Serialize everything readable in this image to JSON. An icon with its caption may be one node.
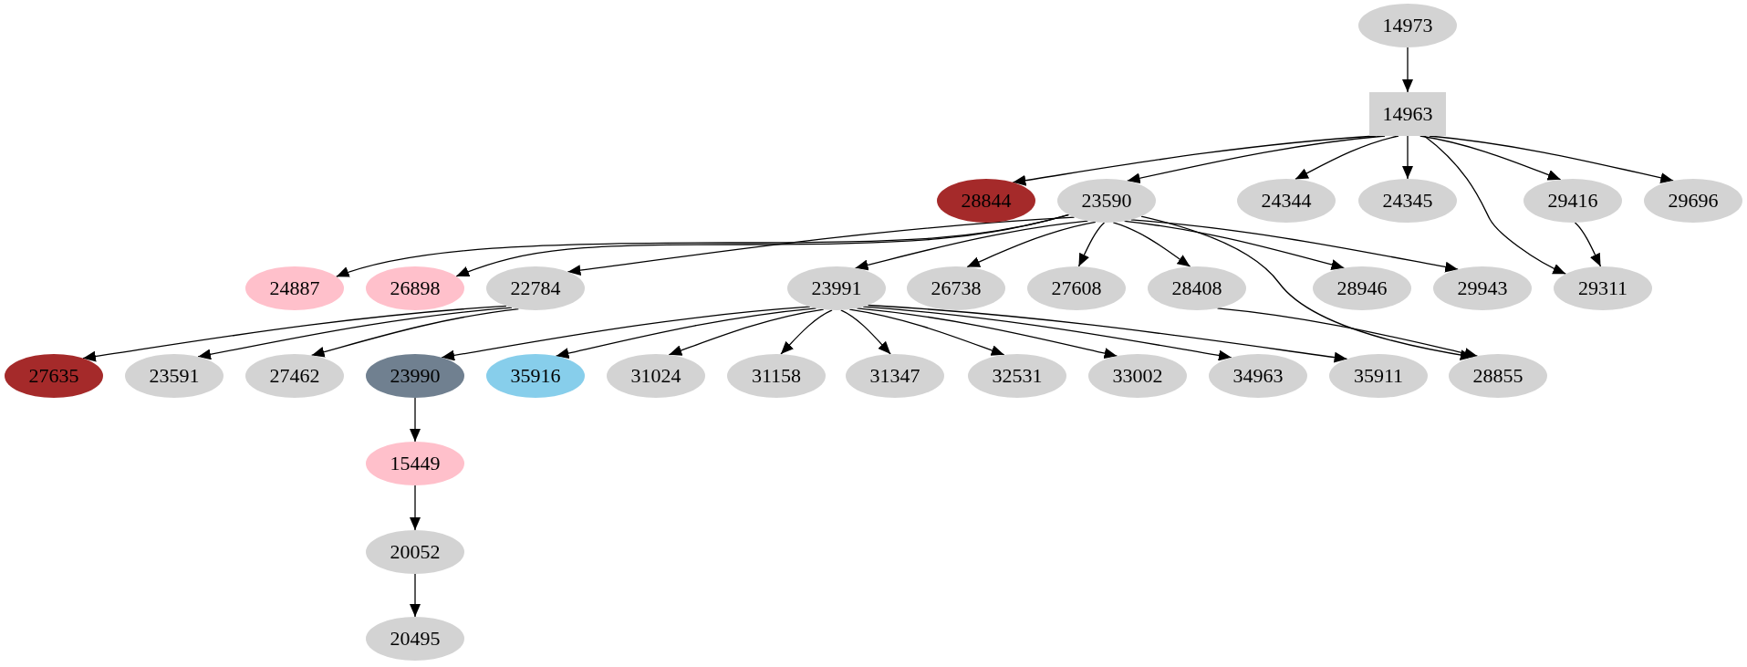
{
  "diagram": {
    "nodes": [
      {
        "text": [
          "14973"
        ]
      },
      {
        "text": [
          "14963"
        ]
      },
      {
        "text": [
          "28844"
        ]
      },
      {
        "text": [
          "23590"
        ]
      },
      {
        "text": [
          "24344"
        ]
      },
      {
        "text": [
          "24345"
        ]
      },
      {
        "text": [
          "29416"
        ]
      },
      {
        "text": [
          "29696"
        ]
      },
      {
        "text": [
          "24887"
        ]
      },
      {
        "text": [
          "26898"
        ]
      },
      {
        "text": [
          "22784"
        ]
      },
      {
        "text": [
          "23991"
        ]
      },
      {
        "text": [
          "26738"
        ]
      },
      {
        "text": [
          "27608"
        ]
      },
      {
        "text": [
          "28408"
        ]
      },
      {
        "text": [
          "28946"
        ]
      },
      {
        "text": [
          "29943"
        ]
      },
      {
        "text": [
          "29311"
        ]
      },
      {
        "text": [
          "27635"
        ]
      },
      {
        "text": [
          "23591"
        ]
      },
      {
        "text": [
          "27462"
        ]
      },
      {
        "text": [
          "23990"
        ]
      },
      {
        "text": [
          "35916"
        ]
      },
      {
        "text": [
          "31024"
        ]
      },
      {
        "text": [
          "31158"
        ]
      },
      {
        "text": [
          "31347"
        ]
      },
      {
        "text": [
          "32531"
        ]
      },
      {
        "text": [
          "33002"
        ]
      },
      {
        "text": [
          "34963"
        ]
      },
      {
        "text": [
          "35911"
        ]
      },
      {
        "text": [
          "28855"
        ]
      },
      {
        "text": [
          "15449"
        ]
      },
      {
        "text": [
          "20052"
        ]
      },
      {
        "text": [
          "20495"
        ]
      }
    ],
    "edges": [
      {
        "from": 0,
        "to": 1,
        "arrow": "to"
      },
      {
        "from": 1,
        "to": 2,
        "arrow": "to"
      },
      {
        "from": 1,
        "to": 3,
        "arrow": "to"
      },
      {
        "from": 1,
        "to": 4,
        "arrow": "to"
      },
      {
        "from": 1,
        "to": 5,
        "arrow": "to"
      },
      {
        "from": 1,
        "to": 6,
        "arrow": "to"
      },
      {
        "from": 1,
        "to": 7,
        "arrow": "to"
      },
      {
        "from": 1,
        "to": 17,
        "arrow": "to"
      },
      {
        "from": 3,
        "to": 8,
        "arrow": "to"
      },
      {
        "from": 3,
        "to": 9,
        "arrow": "to"
      },
      {
        "from": 3,
        "to": 10,
        "arrow": "to"
      },
      {
        "from": 3,
        "to": 11,
        "arrow": "to"
      },
      {
        "from": 3,
        "to": 12,
        "arrow": "to"
      },
      {
        "from": 3,
        "to": 13,
        "arrow": "to"
      },
      {
        "from": 3,
        "to": 14,
        "arrow": "to"
      },
      {
        "from": 3,
        "to": 15,
        "arrow": "to"
      },
      {
        "from": 3,
        "to": 16,
        "arrow": "to"
      },
      {
        "from": 3,
        "to": 30,
        "arrow": "to"
      },
      {
        "from": 6,
        "to": 17,
        "arrow": "to"
      },
      {
        "from": 10,
        "to": 18,
        "arrow": "to"
      },
      {
        "from": 10,
        "to": 19,
        "arrow": "to"
      },
      {
        "from": 10,
        "to": 20,
        "arrow": "to"
      },
      {
        "from": 11,
        "to": 21,
        "arrow": "to"
      },
      {
        "from": 11,
        "to": 22,
        "arrow": "to"
      },
      {
        "from": 11,
        "to": 23,
        "arrow": "to"
      },
      {
        "from": 11,
        "to": 24,
        "arrow": "to"
      },
      {
        "from": 11,
        "to": 25,
        "arrow": "to"
      },
      {
        "from": 11,
        "to": 26,
        "arrow": "to"
      },
      {
        "from": 11,
        "to": 27,
        "arrow": "to"
      },
      {
        "from": 11,
        "to": 28,
        "arrow": "to"
      },
      {
        "from": 11,
        "to": 29,
        "arrow": "to"
      },
      {
        "from": 14,
        "to": 30,
        "arrow": "to"
      },
      {
        "from": 21,
        "to": 31,
        "arrow": "to"
      },
      {
        "from": 31,
        "to": 32,
        "arrow": "to"
      },
      {
        "from": 32,
        "to": 33,
        "arrow": "to"
      }
    ]
  }
}
